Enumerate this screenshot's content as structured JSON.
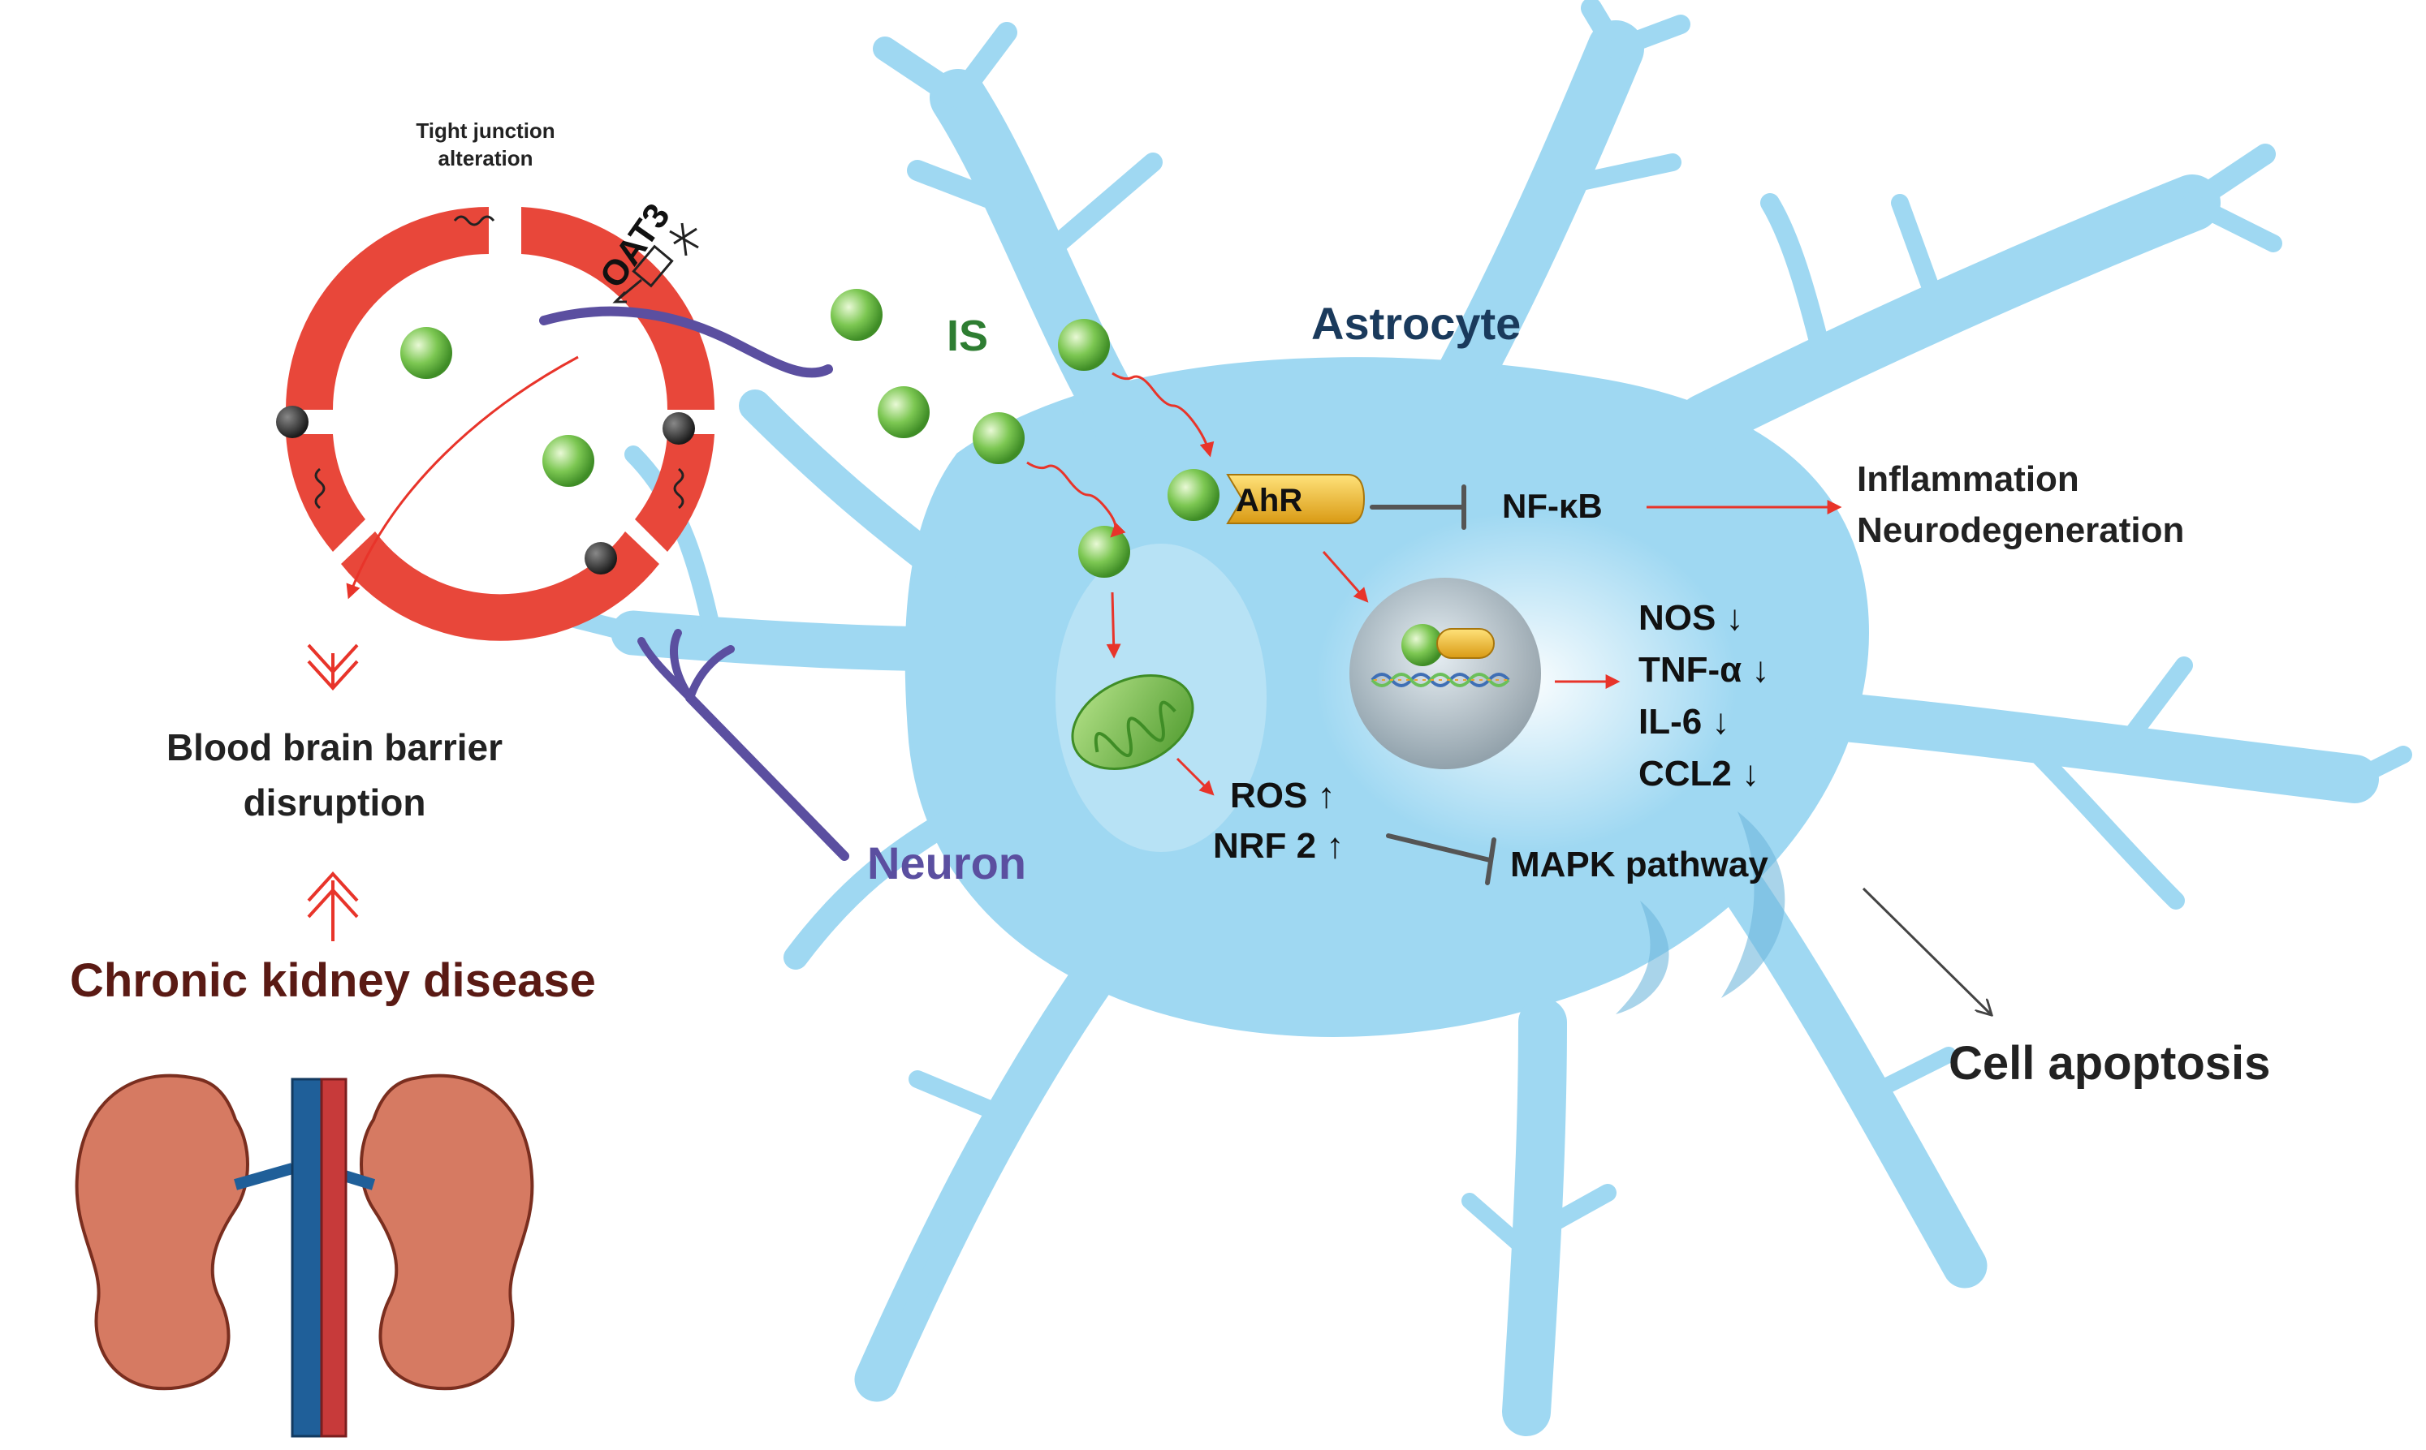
{
  "labels": {
    "tight_junction_1": "Tight junction",
    "tight_junction_2": "alteration",
    "oat3": "OAT3",
    "is": "IS",
    "astrocyte": "Astrocyte",
    "ahr": "AhR",
    "nfkb": "NF-κB",
    "inflammation": "Inflammation",
    "neurodegeneration": "Neurodegeneration",
    "nos": "NOS ↓",
    "tnf": "TNF-α ↓",
    "il6": "IL-6 ↓",
    "ccl2": "CCL2 ↓",
    "ros": "ROS ↑",
    "nrf2": "NRF 2 ↑",
    "mapk": "MAPK pathway",
    "neuron": "Neuron",
    "bbb_1": "Blood brain barrier",
    "bbb_2": "disruption",
    "ckd": "Chronic kidney disease",
    "apoptosis": "Cell apoptosis"
  },
  "colors": {
    "astrocyte_body": "#9fd8f2",
    "astrocyte_title": "#1a3a5c",
    "vessel_red": "#e8473a",
    "is_green": "#2e7d32",
    "particle_green": "#7cc752",
    "neuron_purple": "#5b4fa0",
    "ckd_brown": "#5a1a14",
    "arrow_red": "#e8342a",
    "inhibit_gray": "#555555",
    "kidney": "#d67a62",
    "vein_blue": "#1f5f99",
    "artery_red": "#c73a3a"
  }
}
